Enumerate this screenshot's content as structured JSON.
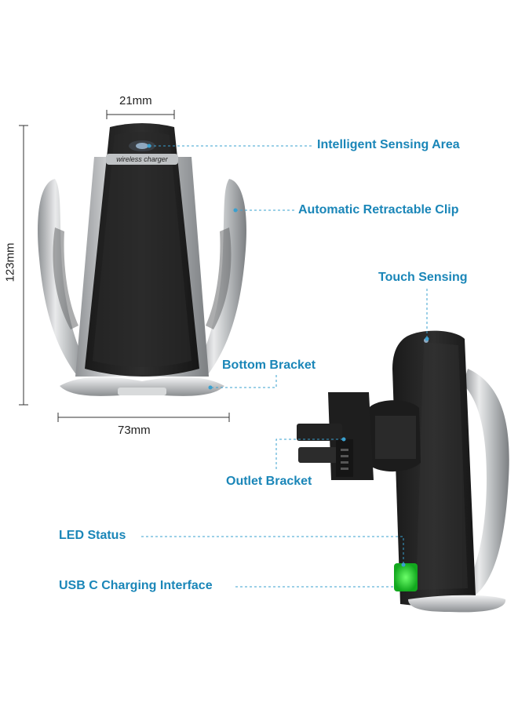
{
  "dimensions": {
    "width_label": "21mm",
    "height_label": "123mm",
    "base_label": "73mm"
  },
  "device": {
    "front_badge": "wireless charger"
  },
  "callouts": {
    "intelligent_sensing": "Intelligent Sensing Area",
    "retractable_clip": "Automatic Retractable Clip",
    "touch_sensing": "Touch Sensing",
    "bottom_bracket": "Bottom Bracket",
    "outlet_bracket": "Outlet Bracket",
    "led_status": "LED Status",
    "usb_c": "USB C Charging Interface"
  },
  "colors": {
    "callout_text": "#1a86b8",
    "leader_line": "#3aa0cf",
    "body_black": "#262626",
    "clip_silver": "#c8cacc",
    "led_green": "#1fcf2e"
  }
}
